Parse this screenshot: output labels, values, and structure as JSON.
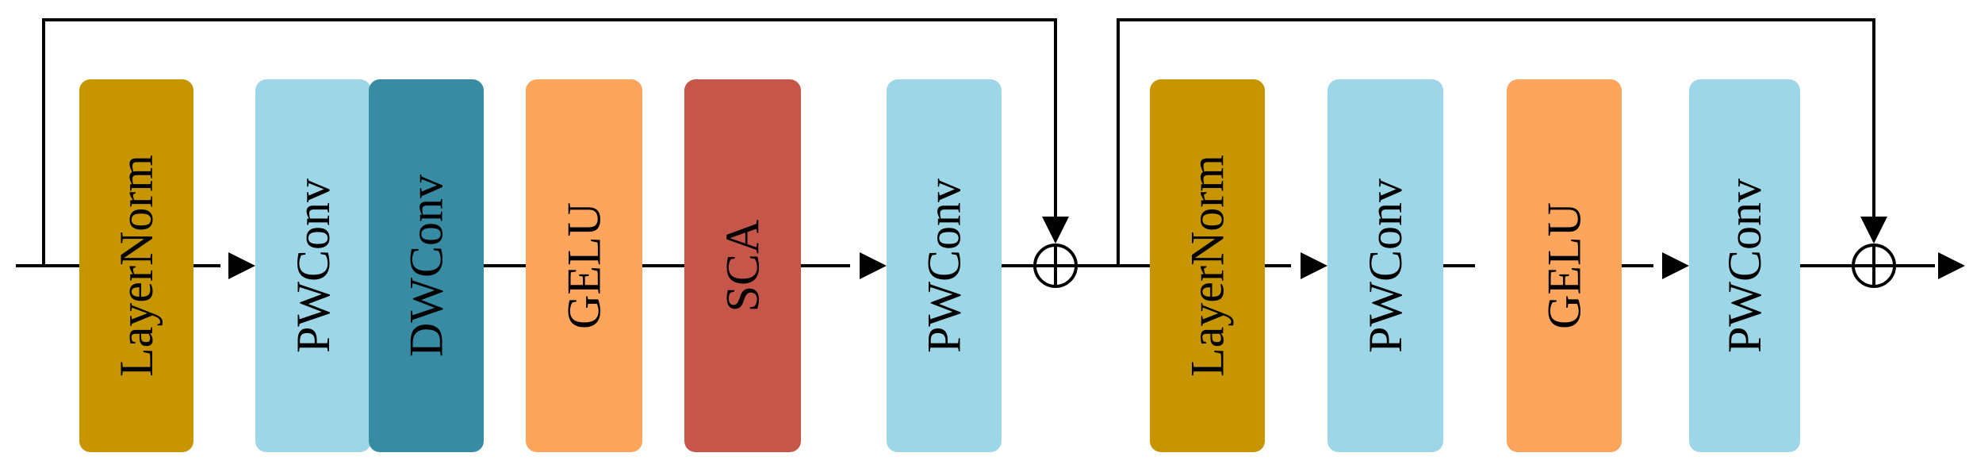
{
  "blocks": [
    {
      "label": "LayerNorm",
      "color": "#C79500"
    },
    {
      "label": "PWConv",
      "color": "#9DD7E7"
    },
    {
      "label": "DWConv",
      "color": "#378BA3"
    },
    {
      "label": "GELU",
      "color": "#FDA45D"
    },
    {
      "label": "SCA",
      "color": "#C7564A"
    },
    {
      "label": "PWConv",
      "color": "#9DD7E7"
    },
    {
      "label": "LayerNorm",
      "color": "#C79500"
    },
    {
      "label": "PWConv",
      "color": "#9DD7E7"
    },
    {
      "label": "GELU",
      "color": "#FDA45D"
    },
    {
      "label": "PWConv",
      "color": "#9DD7E7"
    }
  ],
  "operators": [
    {
      "symbol": "add-circle"
    },
    {
      "symbol": "add-circle"
    }
  ],
  "line_color": "#000000"
}
